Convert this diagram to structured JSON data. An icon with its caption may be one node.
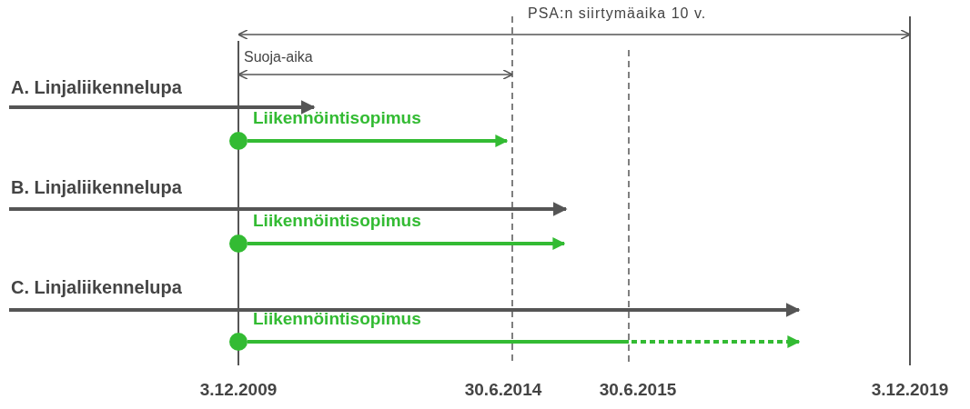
{
  "diagram": {
    "nodes": [
      {
        "text": [],
        "shape": "circle"
      },
      {
        "text": [],
        "shape": "circle"
      },
      {
        "text": [],
        "shape": "circle"
      }
    ],
    "edges": [
      {
        "from": 0,
        "to": null,
        "arrow": "to",
        "label": "Liikennöintisopimus"
      },
      {
        "from": 1,
        "to": null,
        "arrow": "to",
        "label": "Liikennöintisopimus"
      },
      {
        "from": 2,
        "to": null,
        "arrow": "to",
        "label": "Liikennöintisopimus",
        "style": "dashed"
      }
    ],
    "labels": [
      "PSA:n siirtymäaika 10 v.",
      "Suoja-aika",
      "A. Linjaliikennelupa",
      "B. Linjaliikennelupa",
      "C. Linjaliikennelupa",
      "3.12.2009",
      "30.6.2014",
      "30.6.2015",
      "3.12.2019"
    ]
  }
}
